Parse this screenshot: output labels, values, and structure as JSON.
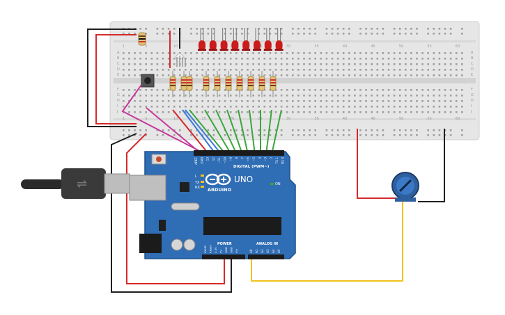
{
  "colors": {
    "breadboard": "#e8e8e8",
    "board": "#2f6db5",
    "led": "#cc1b1b",
    "wire_red": "#d42a2a",
    "wire_black": "#202020",
    "wire_green": "#3aa63a",
    "wire_yellow": "#f2c21a",
    "wire_pink": "#c53a9a",
    "wire_blue": "#3a7ad8"
  },
  "arduino": {
    "brand": "ARDUINO",
    "model": "UNO",
    "digital_label": "DIGITAL (PWM~)",
    "power_label": "POWER",
    "analog_label": "ANALOG IN",
    "on_label": "ON",
    "l_label": "L",
    "tx_label": "TX",
    "rx_label": "RX",
    "digital_pins": [
      "AREF",
      "GND",
      "13",
      "12",
      "~11",
      "~10",
      "~9",
      "8",
      "7",
      "~6",
      "~5",
      "4",
      "~3",
      "2",
      "TX 1",
      "RX 0"
    ],
    "power_pins": [
      "IOREF",
      "RESET",
      "3.3V",
      "5V",
      "GND",
      "GND",
      "Vin"
    ],
    "analog_pins": [
      "A0",
      "A1",
      "A2",
      "A3",
      "A4",
      "A5"
    ]
  },
  "breadboard": {
    "column_numbers": [
      "1",
      "5",
      "10",
      "15",
      "20",
      "25",
      "30",
      "35",
      "40",
      "45",
      "50",
      "55",
      "60"
    ],
    "row_letters_top": [
      "A",
      "B",
      "C",
      "D",
      "E"
    ],
    "row_letters_bottom": [
      "F",
      "G",
      "H",
      "I",
      "J"
    ]
  },
  "components": {
    "led_count": 8,
    "resistor_count": 10
  }
}
